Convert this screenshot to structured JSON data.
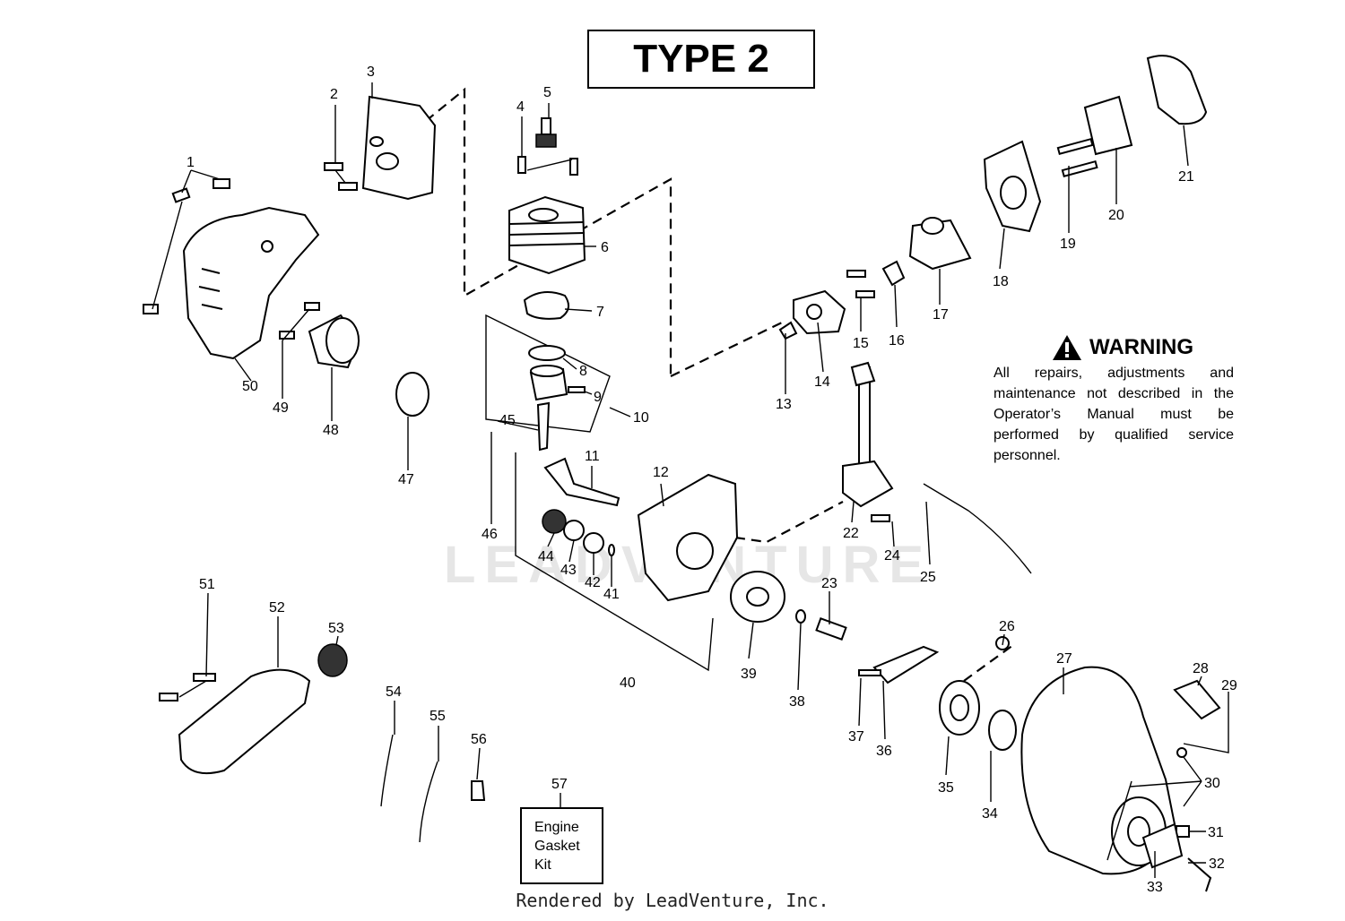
{
  "title": "TYPE 2",
  "warning": {
    "heading": "WARNING",
    "text": "All repairs, adjustments and maintenance not described in the Operator’s Manual must be performed by qualified service personnel."
  },
  "kit": {
    "callout": "57",
    "line1": "Engine",
    "line2": "Gasket",
    "line3": "Kit"
  },
  "watermark": "LEADVENTURE",
  "footer": "Rendered by LeadVenture, Inc.",
  "callouts": [
    "1",
    "2",
    "3",
    "4",
    "5",
    "6",
    "7",
    "8",
    "9",
    "10",
    "11",
    "12",
    "13",
    "14",
    "15",
    "16",
    "17",
    "18",
    "19",
    "20",
    "21",
    "22",
    "23",
    "24",
    "25",
    "26",
    "27",
    "28",
    "29",
    "30",
    "31",
    "32",
    "33",
    "34",
    "35",
    "36",
    "37",
    "38",
    "39",
    "40",
    "41",
    "42",
    "43",
    "44",
    "45",
    "46",
    "47",
    "48",
    "49",
    "50",
    "51",
    "52",
    "53",
    "54",
    "55",
    "56"
  ]
}
